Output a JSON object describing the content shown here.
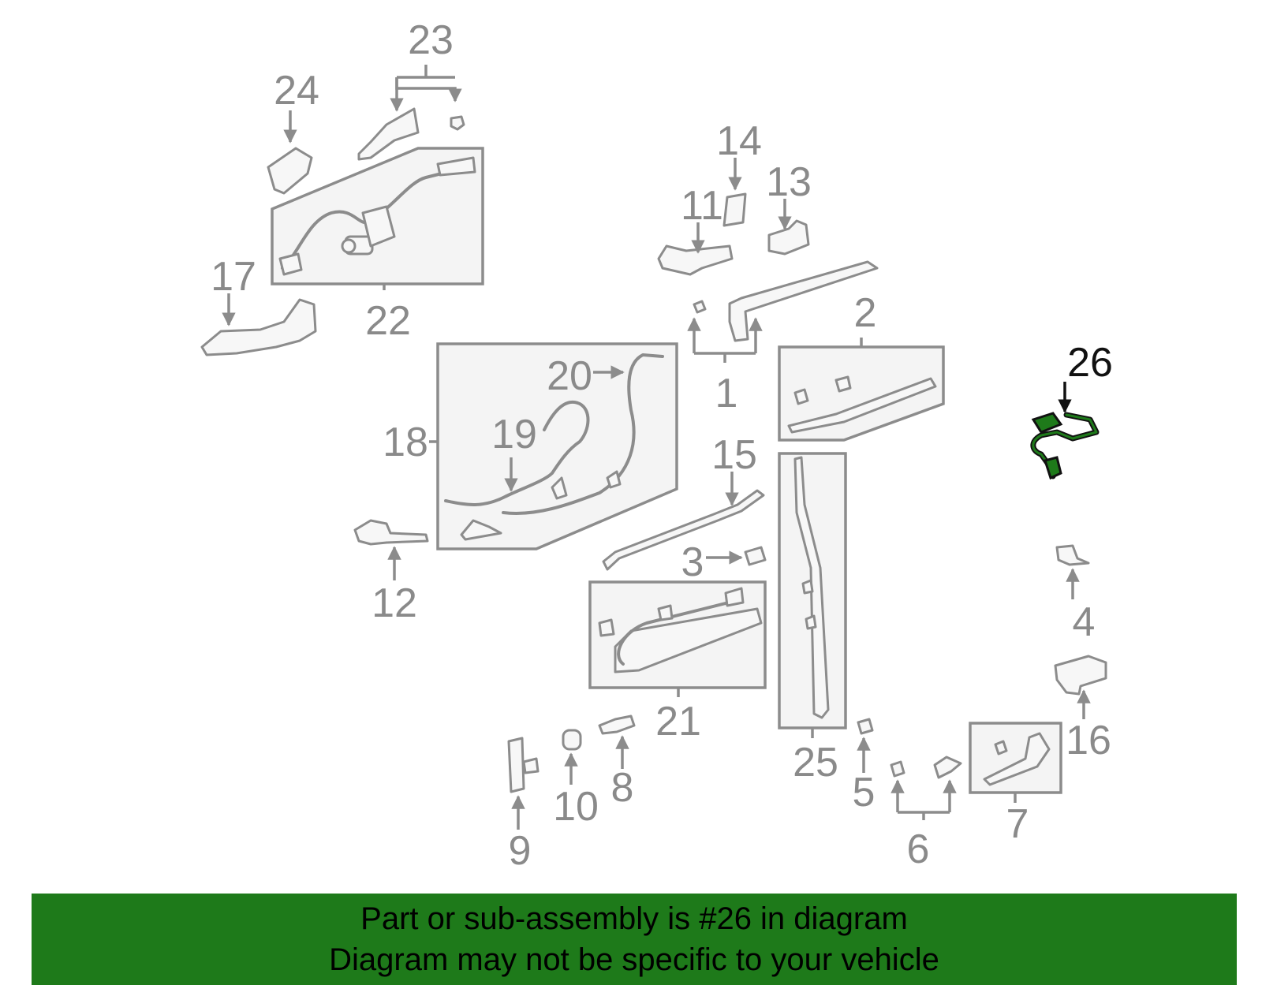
{
  "labels": {
    "n1": "1",
    "n2": "2",
    "n3": "3",
    "n4": "4",
    "n5": "5",
    "n6": "6",
    "n7": "7",
    "n8": "8",
    "n9": "9",
    "n10": "10",
    "n11": "11",
    "n12": "12",
    "n13": "13",
    "n14": "14",
    "n15": "15",
    "n16": "16",
    "n17": "17",
    "n18": "18",
    "n19": "19",
    "n20": "20",
    "n21": "21",
    "n22": "22",
    "n23": "23",
    "n24": "24",
    "n25": "25",
    "n26": "26"
  },
  "highlight_part": "26",
  "colors": {
    "highlight_part": "#1e7a1a",
    "banner_background": "#1e7a1a",
    "part_outline": "#8c8c8c"
  },
  "banner": {
    "line1": "Part or sub-assembly is #26 in diagram",
    "line2": "Diagram may not be specific to your vehicle"
  }
}
